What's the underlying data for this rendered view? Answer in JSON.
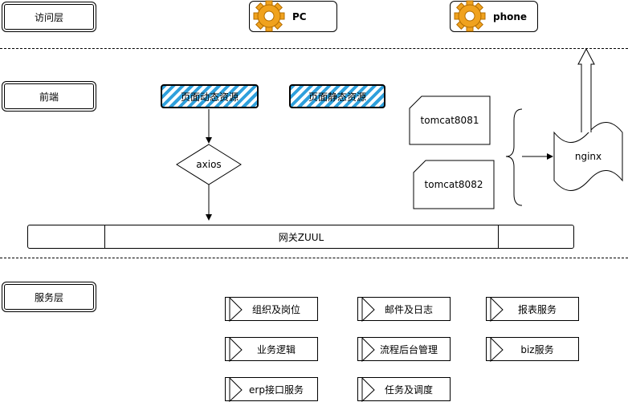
{
  "layers": {
    "access": "访问层",
    "frontend": "前端",
    "service": "服务层"
  },
  "clients": {
    "pc": "PC",
    "phone": "phone"
  },
  "frontend": {
    "dynamic": "页面动态资源",
    "static": "页面静态资源",
    "axios": "axios",
    "gateway": "网关ZUUL",
    "tomcat1": "tomcat8081",
    "tomcat2": "tomcat8082",
    "nginx": "nginx"
  },
  "services": [
    "组织及岗位",
    "邮件及日志",
    "报表服务",
    "业务逻辑",
    "流程后台管理",
    "biz服务",
    "erp接口服务",
    "任务及调度"
  ],
  "colors": {
    "hatch": "#2fa0dc",
    "gear": "#f0a21e"
  },
  "icons": {
    "client": "gear-icon"
  }
}
